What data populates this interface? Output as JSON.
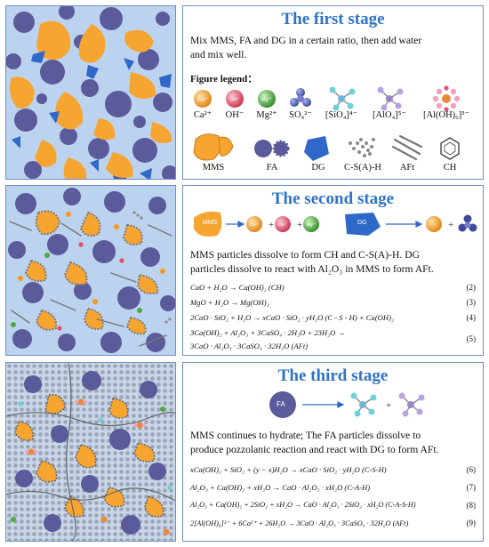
{
  "stage1": {
    "title": "The first stage",
    "desc_line1": "Mix MMS, FA and DG in a certain ratio, then add water",
    "desc_line2": "and mix well.",
    "legend_title": "Figure legend：",
    "ions": [
      "Ca²⁺",
      "OH⁻",
      "Mg²⁺",
      "SO₄²⁻",
      "[SiO₄]⁴⁻",
      "[AlO₄]⁵⁻",
      "[Al(OH)₆]³⁻"
    ],
    "ion_badges": [
      "Ca²⁺",
      "OH⁻",
      "Mg²⁺"
    ],
    "phases": [
      "MMS",
      "FA",
      "DG",
      "C-S(A)-H",
      "AFt",
      "CH"
    ]
  },
  "stage2": {
    "title": "The second stage",
    "flow_labels": [
      "MMS",
      "DG"
    ],
    "desc_line1": "MMS particles dissolve to form CH and C-S(A)-H. DG",
    "desc_line2": "particles dissolve to react with Al₂O₃ in MMS to form AFt.",
    "equations": [
      {
        "text": "CaO + H₂O → Ca(OH)₂ (CH)",
        "num": "(2)"
      },
      {
        "text": "MgO + H₂O → Mg(OH)₂",
        "num": "(3)"
      },
      {
        "text": "2CaO · SiO₂ + H₂O → xCaO · SiO₂ · yH₂O (C - S - H) + Ca(OH)₂",
        "num": "(4)"
      },
      {
        "text": "3Ca(OH)₂ + Al₂O₃ + 3CaSO₄ · 2H₂O + 23H₂O →",
        "num": "(5)"
      },
      {
        "text": "3CaO · Al₂O₃ · 3CaSO₄ · 32H₂O (AFt)",
        "num": ""
      }
    ]
  },
  "stage3": {
    "title": "The third stage",
    "flow_label": "FA",
    "desc_line1": "MMS continues to hydrate; The FA particles dissolve to",
    "desc_line2": "produce pozzolanic reaction and react with DG to form AFt.",
    "equations": [
      {
        "text": "xCa(OH)₂ + SiO₂ + (y − x)H₂O → xCaO · SiO₂ · yH₂O (C-S-H)",
        "num": "(6)"
      },
      {
        "text": "Al₂O₃ + Ca(OH)₂ + xH₂O → CaO · Al₂O₃ · xH₂O (C-A-H)",
        "num": "(7)"
      },
      {
        "text": "Al₂O₃ + Ca(OH)₂ + 2SiO₂ + xH₂O → CaO · Al₂O₃ · 2SiO₂ · xH₂O (C-A-S-H)",
        "num": "(8)"
      },
      {
        "text": "2[Al(OH)₆]³⁻ + 6Ca²⁺ + 26H₂O → 3CaO · Al₂O₃ · 3CaSO₄ · 32H₂O (AFt)",
        "num": "(9)"
      }
    ]
  },
  "colors": {
    "border": "#6f8fc0",
    "title": "#2f73c4",
    "mms": "#f6a531",
    "fa": "#5b5b9c",
    "dg": "#2f68c8",
    "background": "#bcd3ef",
    "ca": "#f39a1e",
    "oh": "#e2506a",
    "mg": "#4caa3e"
  }
}
